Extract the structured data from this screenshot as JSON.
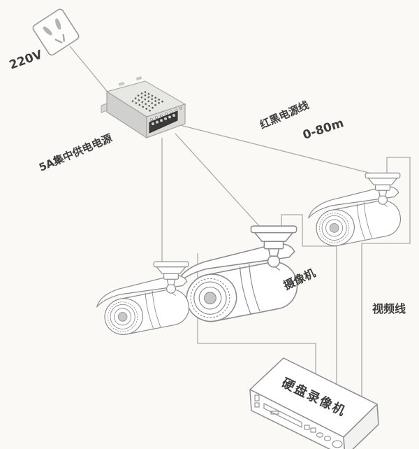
{
  "labels": {
    "outlet_voltage": "220V",
    "power_supply": "5A集中供电电源",
    "power_cable": "红黑电源线",
    "cable_range": "0-80m",
    "camera": "摄像机",
    "video_cable": "视频线",
    "dvr": "硬盘录像机"
  },
  "colors": {
    "bg": "#faf9f6",
    "line": "#ababab",
    "device": "#8c8c8c",
    "ink": "#3d3d3d"
  }
}
